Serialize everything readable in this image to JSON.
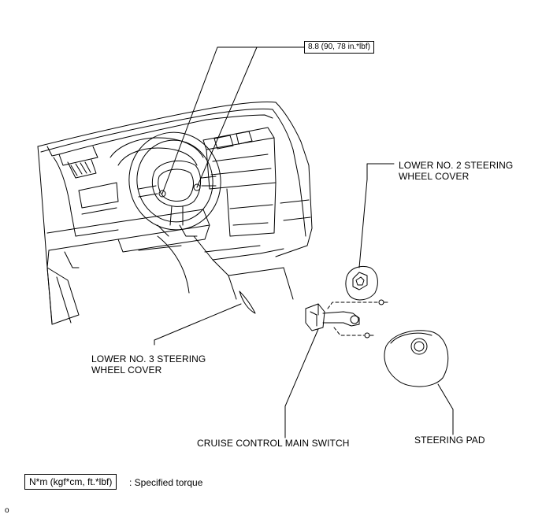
{
  "torque_callout": "8.8 (90, 78 in.*lbf)",
  "labels": {
    "lower_no2_cover": "LOWER NO. 2 STEERING\nWHEEL COVER",
    "lower_no3_cover": "LOWER NO. 3 STEERING\nWHEEL COVER",
    "cruise_switch": "CRUISE CONTROL MAIN SWITCH",
    "steering_pad": "STEERING PAD"
  },
  "legend": {
    "unit_box": "N*m (kgf*cm, ft.*lbf)",
    "description": ": Specified torque"
  },
  "figure_id": "o"
}
